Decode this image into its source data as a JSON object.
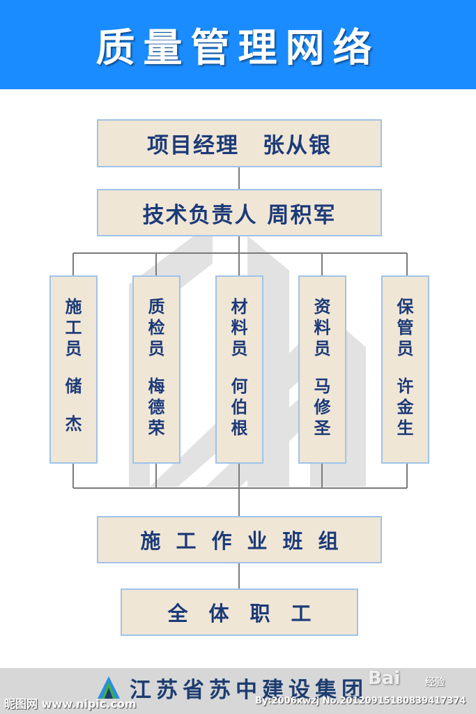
{
  "header": {
    "title": "质量管理网络"
  },
  "top": {
    "role": "项目经理",
    "name": "张从银"
  },
  "tech": {
    "role": "技术负责人",
    "name": "周积军"
  },
  "staff": [
    {
      "role": [
        "施",
        "工",
        "员"
      ],
      "name": [
        "储",
        "杰"
      ]
    },
    {
      "role": [
        "质",
        "检",
        "员"
      ],
      "name": [
        "梅",
        "德",
        "荣"
      ]
    },
    {
      "role": [
        "材",
        "料",
        "员"
      ],
      "name": [
        "何",
        "伯",
        "根"
      ]
    },
    {
      "role": [
        "资",
        "料",
        "员"
      ],
      "name": [
        "马",
        "修",
        "圣"
      ]
    },
    {
      "role": [
        "保",
        "管",
        "员"
      ],
      "name": [
        "许",
        "金",
        "生"
      ]
    }
  ],
  "team": "施工作业班组",
  "all_staff": "全体职工",
  "footer": {
    "company": "江苏省苏中建设集团",
    "site": "昵图网 www.nipic.com",
    "id": "By:2006xwzj No.20120915180839417374",
    "baidu": "Bai",
    "baidu_sub": "经验"
  },
  "colors": {
    "header_bg": "#1a8cff",
    "box_fill": "#f0e6d6",
    "box_border": "#9ec3e8",
    "box_text": "#1b3a78"
  }
}
